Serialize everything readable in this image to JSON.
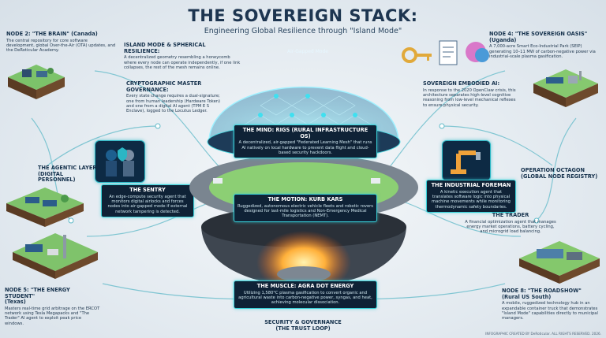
{
  "header": {
    "title": "THE SOVEREIGN STACK:",
    "subtitle": "Engineering Global Resilience through \"Island Mode\""
  },
  "nodes": {
    "node2": {
      "title": "NODE 2: \"THE BRAIN\" (Canada)",
      "text": "The central repository for core software development, global Over-the-Air (OTA) updates, and the DeRoticular Academy."
    },
    "node4": {
      "title": "NODE 4: \"THE SOVEREIGN OASIS\" (Uganda)",
      "text": "A 7,000-acre Smart Eco-Industrial Park (SEIP) generating 10–11 MW of carbon-negative power via industrial-scale plasma gasification."
    },
    "node5": {
      "title": "NODE 5: \"THE ENERGY STUDENT\"",
      "subtitle": "(Texas)",
      "text": "Masters real-time grid arbitrage on the ERCOT network using Tesla Megapacks and \"The Trader\" AI agent to exploit peak price windows."
    },
    "node8": {
      "title": "NODE 8: \"THE ROADSHOW\"",
      "subtitle": "(Rural US South)",
      "text": "A mobile, ruggedized technology hub in an expandable container truck that demonstrates \"Island Mode\" capabilities directly to municipal managers."
    }
  },
  "concepts": {
    "island": {
      "title": "ISLAND MODE & SPHERICAL RESILIENCE:",
      "text": "A decentralized geometry resembling a honeycomb where every node can operate independently, if one link collapses, the rest of the mesh remains online."
    },
    "crypto": {
      "title": "CRYPTOGRAPHIC MASTER GOVERNANCE:",
      "text": "Every state change requires a dual-signature; one from human leadership (Hardware Token) and one from a digital AI agent (TPM E S Enclave), logged to the Locutus Ledger."
    },
    "embodied": {
      "title": "SOVEREIGN EMBODIED AI:",
      "text": "In response to the 2020 OpenClaw crisis, this architecture separates high-level cognitive reasoning from low-level mechanical reflexes to ensure physical security."
    },
    "agentic": {
      "title": "THE AGENTIC LAYER",
      "subtitle": "(DIGITAL PERSONNEL)"
    },
    "octagon": {
      "title": "OPERATION OCTAGON",
      "subtitle": "(GLOBAL NODE REGISTRY)"
    },
    "trader": {
      "title": "THE TRADER",
      "text": "A financial optimization agent that manages energy market operations, battery cycling, and microgrid load balancing."
    }
  },
  "panels": {
    "sentry": {
      "title": "THE SENTRY",
      "text": "An edge-compute security agent that monitors digital airlocks and forces nodes into air-gapped mode if external network tampering is detected."
    },
    "foreman": {
      "title": "THE INDUSTRIAL FOREMAN",
      "text": "A kinetic execution agent that translates software logic into physical machine movements while monitoring thermodynamic safety boundaries."
    },
    "mind": {
      "title": "THE MIND: RIGS (RURAL INFRASTRUCTURE OS)",
      "text": "A decentralized, air-gapped \"Federated Learning Mesh\" that runs AI natively on local hardware to prevent data flight and cloud-based security hackdoors."
    },
    "motion": {
      "title": "THE MOTION: KURB KARS",
      "text": "Ruggedized, autonomous electric vehicle fleets and robotic rovers designed for last-mile logistics and Non-Emergency Medical Transportation (NEMT)."
    },
    "muscle": {
      "title": "THE MUSCLE: AGRA DOT ENERGY",
      "text": "Utilizing 1,580°C plasma gasification to convert organic and agricultural waste into carbon-negative power, syngas, and heat, achieving molecular dissociation."
    }
  },
  "dome_label": "Air-Gapped Mode",
  "bottom_label": {
    "line1": "SECURITY & GOVERNANCE",
    "line2": "(THE TRUST LOOP)"
  },
  "footer": "INFOGRAPHIC CREATED BY DeRoticular. ALL RIGHTS RESERVED. 2026.",
  "colors": {
    "accent": "#2bb6c4",
    "navy": "#16324d",
    "glow": "#ff9a2a",
    "panel": "#0f2236"
  }
}
